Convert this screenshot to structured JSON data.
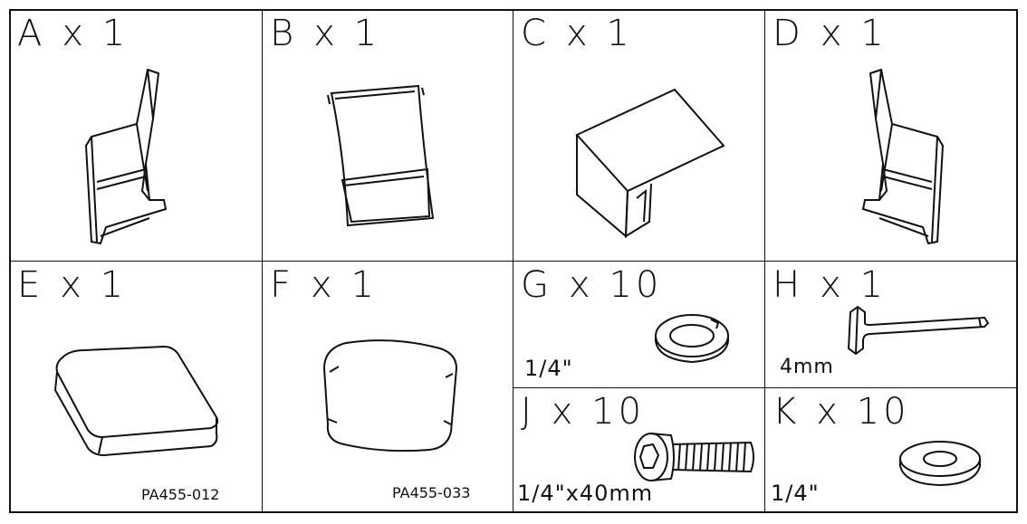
{
  "parts": {
    "a": {
      "letter": "A",
      "qty": "x 1",
      "icon": "left-armrest-frame-icon"
    },
    "b": {
      "letter": "B",
      "qty": "x 1",
      "icon": "backrest-panel-icon"
    },
    "c": {
      "letter": "C",
      "qty": "x 1",
      "icon": "seat-base-panel-icon"
    },
    "d": {
      "letter": "D",
      "qty": "x 1",
      "icon": "right-armrest-frame-icon"
    },
    "e": {
      "letter": "E",
      "qty": "x 1",
      "code": "PA455-012",
      "icon": "seat-cushion-icon"
    },
    "f": {
      "letter": "F",
      "qty": "x 1",
      "code": "PA455-033",
      "icon": "back-cushion-icon"
    },
    "g": {
      "letter": "G",
      "qty": "x 10",
      "size": "1/4\"",
      "icon": "spring-washer-icon"
    },
    "h": {
      "letter": "H",
      "qty": "x 1",
      "size": "4mm",
      "icon": "allen-key-icon"
    },
    "j": {
      "letter": "J",
      "qty": "x 10",
      "size": "1/4\"x40mm",
      "icon": "hex-socket-bolt-icon"
    },
    "k": {
      "letter": "K",
      "qty": "x 10",
      "size": "1/4\"",
      "icon": "flat-washer-icon"
    }
  },
  "colors": {
    "ink": "#111111",
    "paper": "#ffffff"
  }
}
